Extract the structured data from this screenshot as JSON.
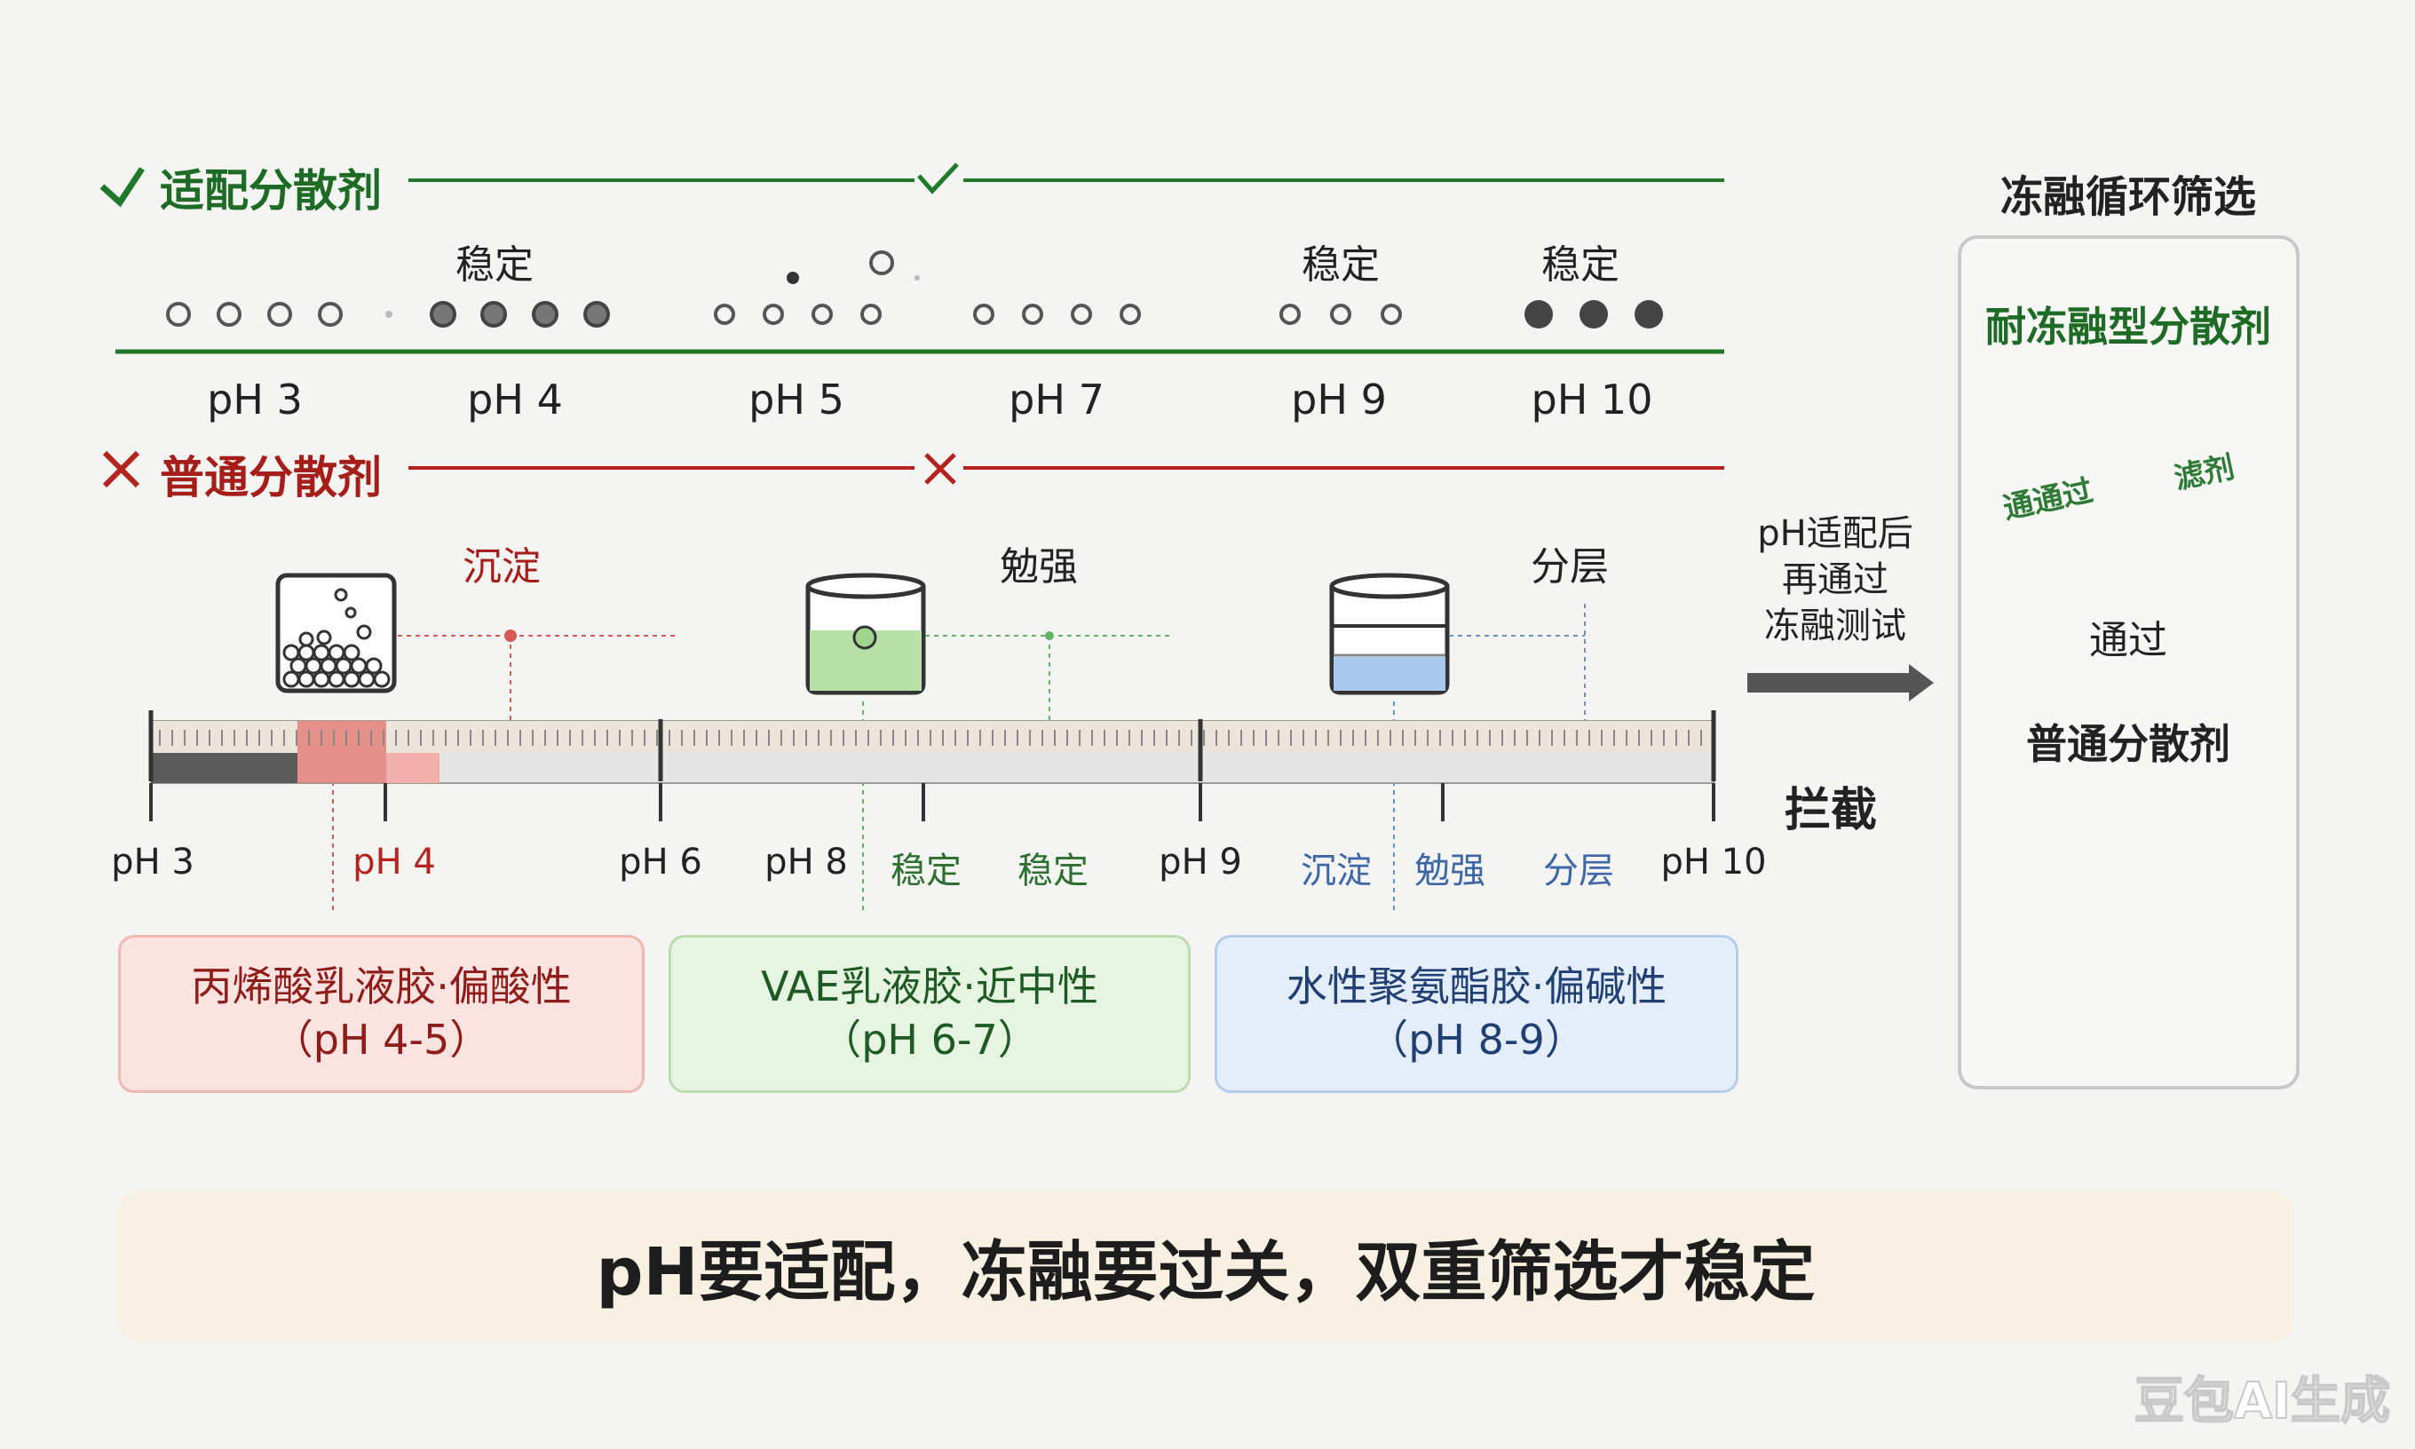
{
  "top_section": {
    "good_dispersant_label": "适配分散剂",
    "normal_dispersant_label": "普通分散剂",
    "stable_labels": [
      "稳定",
      "稳定",
      "稳定"
    ],
    "ph_labels": [
      "pH 3",
      "pH 4",
      "pH 5",
      "pH 7",
      "pH 9",
      "pH 10"
    ]
  },
  "middle_section": {
    "state_labels": {
      "precipitate": "沉淀",
      "barely": "勉强",
      "layered": "分层"
    }
  },
  "ruler": {
    "tick_labels": [
      "pH 3",
      "pH 4",
      "pH 6",
      "pH 8",
      "稳定",
      "稳定",
      "pH 9",
      "沉淀",
      "勉强",
      "分层",
      "pH 10"
    ]
  },
  "cards": [
    {
      "line1": "丙烯酸乳液胶·偏酸性",
      "line2": "（pH 4-5）"
    },
    {
      "line1": "VAE乳液胶·近中性",
      "line2": "（pH 6-7）"
    },
    {
      "line1": "水性聚氨酯胶·偏碱性",
      "line2": "（pH 8-9）"
    }
  ],
  "flow": {
    "arrow_text_lines": [
      "pH适配后",
      "再通过",
      "冻融测试"
    ],
    "intercept": "拦截"
  },
  "freeze_panel": {
    "title": "冻融循环筛选",
    "resistant": "耐冻融型分散剂",
    "stamp_left": "通通过",
    "stamp_right": "滤剂",
    "pass": "通过",
    "normal": "普通分散剂"
  },
  "banner": "pH要适配，冻融要过关，双重筛选才稳定",
  "watermark": "豆包AI生成",
  "colors": {
    "green": "#1e7a2a",
    "red": "#b3241f",
    "blue": "#4b78b5",
    "card_red_bg": "#fbe3e1",
    "card_green_bg": "#e6f4e1",
    "card_blue_bg": "#e3eefa"
  }
}
